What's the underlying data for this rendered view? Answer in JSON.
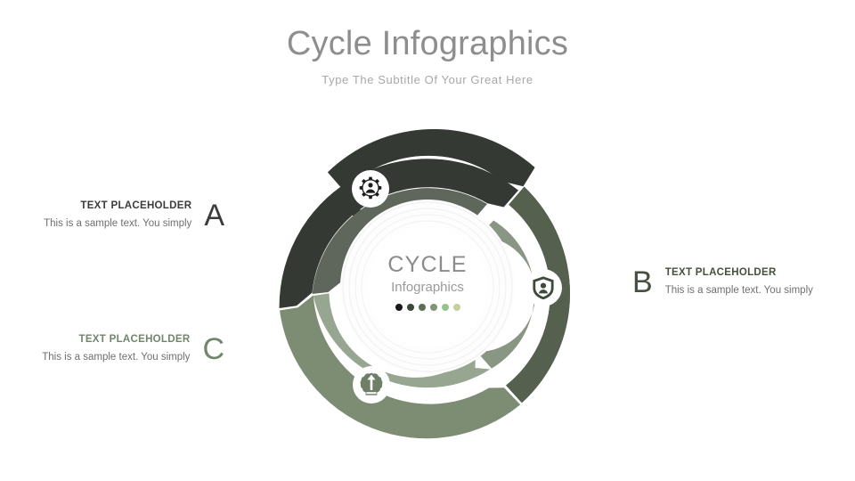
{
  "header": {
    "title": "Cycle Infographics",
    "subtitle": "Type The Subtitle Of Your Great Here"
  },
  "hub": {
    "title": "CYCLE",
    "subtitle": "Infographics",
    "dots": [
      "#181818",
      "#3c463a",
      "#5d7056",
      "#7e9673",
      "#96c48e",
      "#c7cf9e"
    ]
  },
  "segments": [
    {
      "key": "a",
      "letter": "A",
      "heading": "TEXT PLACEHOLDER",
      "description": "This is a sample text. You simply",
      "icon": "gear-user-icon",
      "outer_color": "#343a33",
      "inner_color": "#5f665c",
      "letter_color": "#3b3b3b"
    },
    {
      "key": "b",
      "letter": "B",
      "heading": "TEXT PLACEHOLDER",
      "description": "This is a sample text. You simply",
      "icon": "shield-user-icon",
      "outer_color": "#55604f",
      "inner_color": "#8a9684",
      "letter_color": "#45503f"
    },
    {
      "key": "c",
      "letter": "C",
      "heading": "TEXT PLACEHOLDER",
      "description": "This is a sample text. You simply",
      "icon": "brain-growth-icon",
      "outer_color": "#7d8d74",
      "inner_color": "#97a690",
      "letter_color": "#72846a"
    }
  ]
}
